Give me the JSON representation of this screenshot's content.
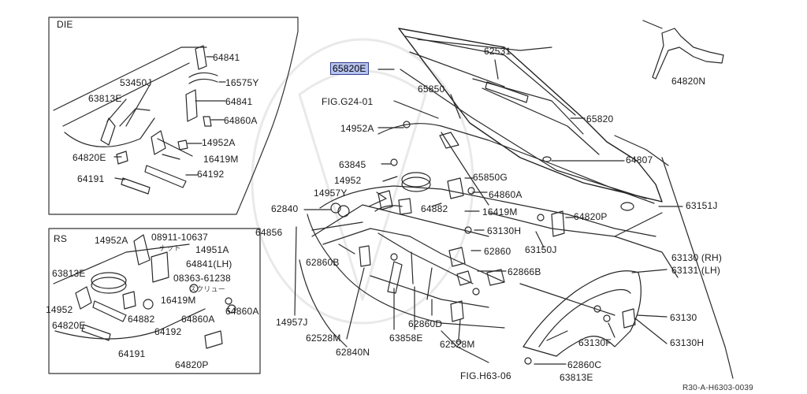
{
  "diagram": {
    "colors": {
      "line": "#2a2a2a",
      "highlight": "#b7c3f0",
      "highlight_border": "#34408a"
    },
    "insets": {
      "die_title": "DIE",
      "rs_title": "RS"
    },
    "main_labels": {
      "p62531": "62531",
      "p65820E": "65820E",
      "p65850": "65850",
      "figG24": "FIG.G24-01",
      "p65820": "65820",
      "p14952A_main": "14952A",
      "p64807": "64807",
      "p63845": "63845",
      "p65850G": "65850G",
      "p14952": "14952",
      "p14957Y": "14957Y",
      "p64860A_main": "64860A",
      "p62840": "62840",
      "p64882_main": "64882",
      "p16419M_main": "16419M",
      "p64820P_main": "64820P",
      "p63151J": "63151J",
      "p64856": "64856",
      "p63130H_main": "63130H",
      "p62860": "62860",
      "p62860B": "62860B",
      "p63150J": "63150J",
      "p62866B": "62866B",
      "p63130RH": "63130 (RH)",
      "p63131LH": "63131 (LH)",
      "p14957J": "14957J",
      "p62528M_a": "62528M",
      "p62840N": "62840N",
      "p62860D": "62860D",
      "p63858E": "63858E",
      "p62528M_b": "62528M",
      "p63130": "63130",
      "p63130F": "63130F",
      "p63130H_b": "63130H",
      "figH63": "FIG.H63-06",
      "p62860C": "62860C",
      "p63813E_main": "63813E",
      "p64820N": "64820N",
      "diagram_code": "R30-A-H6303-0039"
    },
    "die_labels": {
      "p64841_a": "64841",
      "p53450J": "53450J",
      "p16575Y": "16575Y",
      "p63813E": "63813E",
      "p64841_b": "64841",
      "p64860A": "64860A",
      "p14952A": "14952A",
      "p64820E": "64820E",
      "p16419M": "16419M",
      "p64191": "64191",
      "p64192": "64192"
    },
    "rs_labels": {
      "p14952A": "14952A",
      "p08911": "08911-10637",
      "nut": "ナット",
      "p14951A": "14951A",
      "p64841LH": "64841(LH)",
      "p63813E": "63813E",
      "p08363": "08363-61238",
      "screw": "スクリュー",
      "p16419M": "16419M",
      "p14952": "14952",
      "p64882": "64882",
      "p64860A_a": "64860A",
      "p64860A_b": "64860A",
      "p64820E": "64820E",
      "p64192": "64192",
      "p64191": "64191",
      "p64820P": "64820P"
    }
  }
}
